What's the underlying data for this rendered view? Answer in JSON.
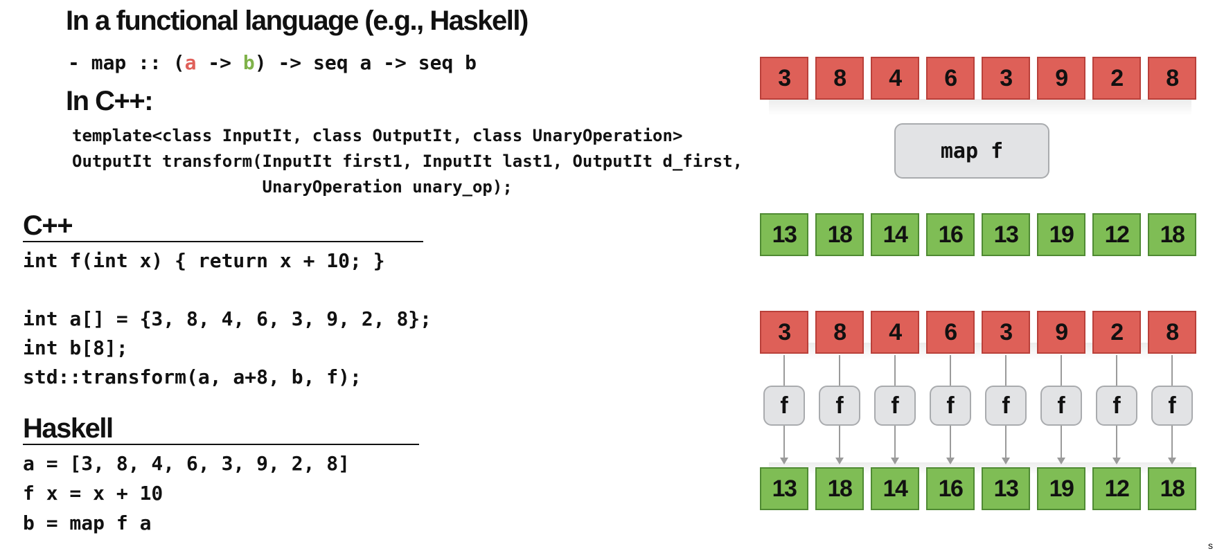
{
  "headings": {
    "functional": "In a functional language (e.g., Haskell)",
    "cpp_intro": "In C++:",
    "cpp": "C++",
    "haskell": "Haskell"
  },
  "signature": {
    "prefix": "- map :: (",
    "a": "a",
    "arrow1": " -> ",
    "b": "b",
    "suffix": ") -> seq a -> seq b"
  },
  "cpp_template": [
    "template<class InputIt, class OutputIt, class UnaryOperation>",
    "OutputIt transform(InputIt first1, InputIt last1, OutputIt d_first,",
    "                   UnaryOperation unary_op);"
  ],
  "cpp_code": [
    "int f(int x) { return x + 10; }",
    "",
    "int a[] = {3, 8, 4, 6, 3, 9, 2, 8};",
    "int b[8];",
    "std::transform(a, a+8, b, f);"
  ],
  "haskell_code": [
    "a = [3, 8, 4, 6, 3, 9, 2, 8]",
    "f x = x + 10",
    "b = map f a"
  ],
  "diagram": {
    "input": [
      "3",
      "8",
      "4",
      "6",
      "3",
      "9",
      "2",
      "8"
    ],
    "output": [
      "13",
      "18",
      "14",
      "16",
      "13",
      "19",
      "12",
      "18"
    ],
    "map_label": "map f",
    "f_label": "f",
    "colors": {
      "input": "#de6058",
      "output": "#7fbd55",
      "op": "#e2e3e5"
    }
  },
  "corner_text": "s"
}
